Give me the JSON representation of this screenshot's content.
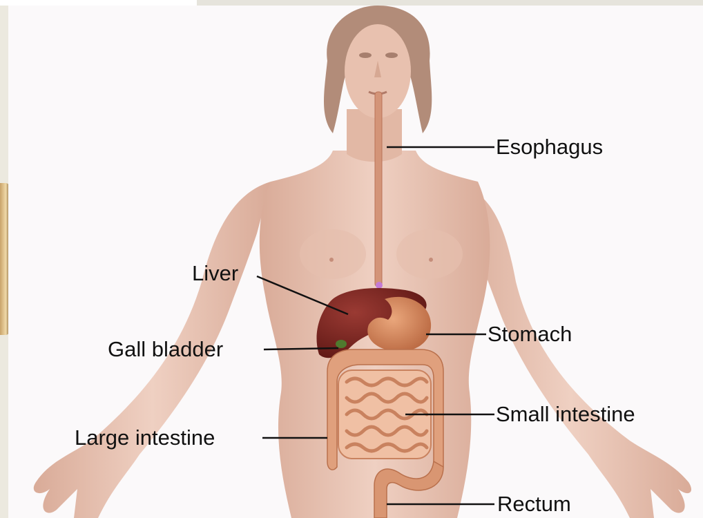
{
  "diagram": {
    "labels": {
      "esophagus": "Esophagus",
      "liver": "Liver",
      "stomach": "Stomach",
      "gall_bladder": "Gall bladder",
      "small_intestine": "Small intestine",
      "large_intestine": "Large intestine",
      "rectum": "Rectum"
    },
    "colors": {
      "background": "#fbf9fa",
      "skin": "#e9c3b1",
      "skin_shadow": "#c99a87",
      "hair": "#b08a78",
      "liver": "#7a1f1c",
      "stomach": "#d88a5c",
      "intestine": "#e3a887",
      "esophagus": "#d39478",
      "gall_bladder": "#4f7a2e",
      "label_text": "#111111"
    }
  }
}
